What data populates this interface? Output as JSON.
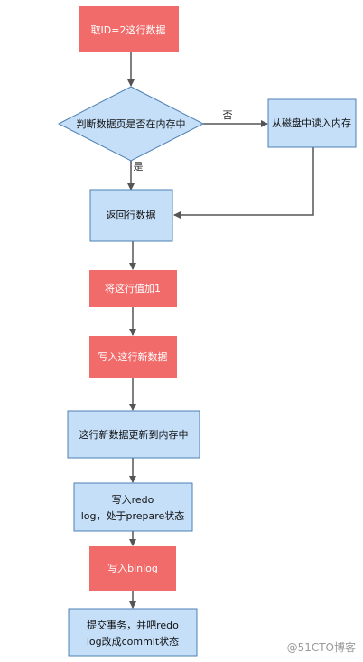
{
  "nodes": {
    "fetch": "取ID=2这行数据",
    "decision": "判断数据页是否在内存中",
    "read_disk": "从磁盘中读入内存",
    "return_row": "返回行数据",
    "add_one": "将这行值加1",
    "write_new": "写入这行新数据",
    "update_memory": "这行新数据更新到内存中",
    "redo_prepare": [
      "写入redo",
      "log，处于prepare状态"
    ],
    "write_binlog": "写入binlog",
    "commit": [
      "提交事务，并吧redo",
      "log改成commit状态"
    ]
  },
  "edge_labels": {
    "no": "否",
    "yes": "是"
  },
  "colors": {
    "red": "#f26b6b",
    "blue": "#c5dff9",
    "blue_stroke": "#4c80b4",
    "arrow": "#555555"
  },
  "watermark": "@51CTO博客"
}
